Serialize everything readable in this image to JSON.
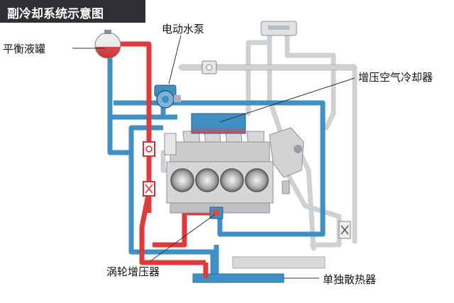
{
  "title": "副冷却系统示意图",
  "labels": {
    "expansion_tank": "平衡液罐",
    "water_pump": "电动水泵",
    "charge_air_cooler": "增压空气冷却器",
    "turbocharger": "涡轮增压器",
    "radiator": "单独散热器"
  },
  "colors": {
    "hot": "#e03a3a",
    "cold": "#3f8fc4",
    "gray_pipe": "#cfd2d5",
    "banner": "#2e3033"
  },
  "cylinder_count": 4
}
